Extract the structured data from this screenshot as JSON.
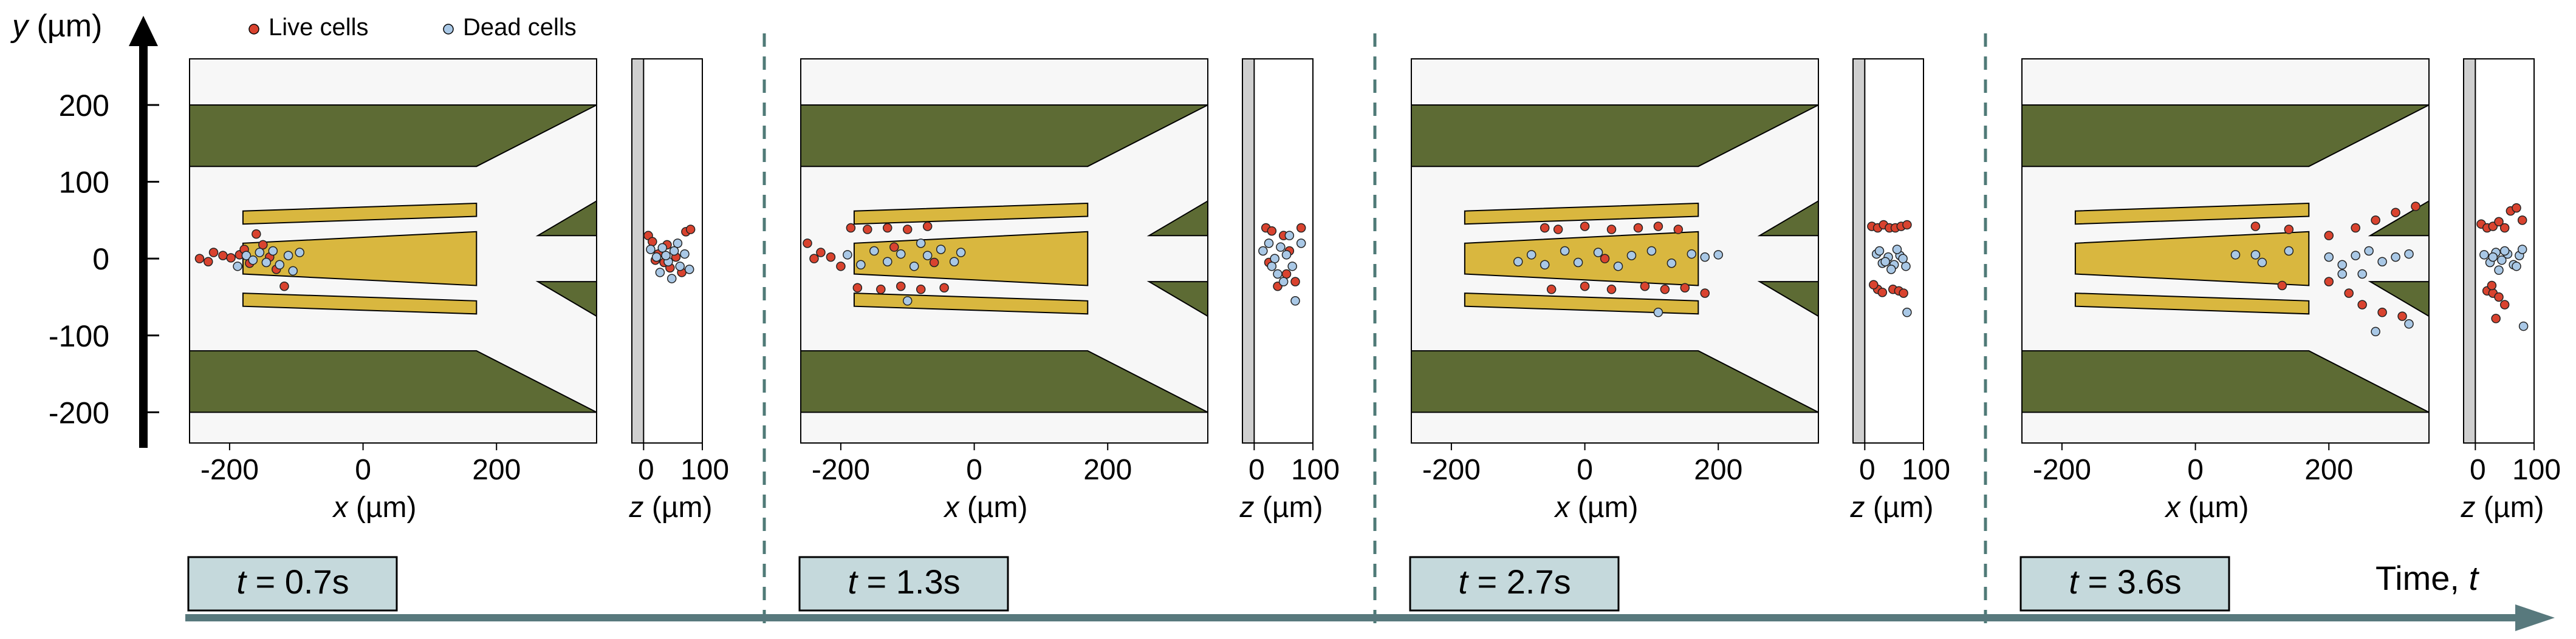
{
  "legend": {
    "live_label": "Live cells",
    "dead_label": "Dead cells"
  },
  "colors": {
    "live": "#d9432f",
    "dead": "#a9c8e6",
    "wall": "#5d6b34",
    "gold": "#d9b73f",
    "channel_bg": "#f7f7f7",
    "wall_strip": "#cfcfcf",
    "time_arrow": "#58797d",
    "label_box_fill": "#c5d9dc",
    "divider": "#4f7a77"
  },
  "axes": {
    "y_label_var": "y",
    "y_label_unit": " (µm)",
    "x_label_var": "x",
    "x_label_unit": " (µm)",
    "z_label_var": "z",
    "z_label_unit": " (µm)",
    "y_ticks": [
      "200",
      "100",
      "0",
      "-100",
      "-200"
    ],
    "x_ticks": [
      "-200",
      "0",
      "200"
    ],
    "z_ticks": [
      "0",
      "100"
    ]
  },
  "time_axis": {
    "label": "Time, ",
    "var": "t"
  },
  "panels": [
    {
      "t_var": "t",
      "t_value": " = 0.7s"
    },
    {
      "t_var": "t",
      "t_value": " = 1.3s"
    },
    {
      "t_var": "t",
      "t_value": " = 2.7s"
    },
    {
      "t_var": "t",
      "t_value": " = 3.6s"
    }
  ],
  "chart_data": {
    "type": "scatter",
    "xy_xlim": [
      -260,
      350
    ],
    "xy_ylim": [
      -240,
      260
    ],
    "z_xlim": [
      -20,
      100
    ],
    "geometry": {
      "wall_top": [
        [
          -260,
          200
        ],
        [
          -260,
          120
        ],
        [
          170,
          120
        ],
        [
          350,
          200
        ]
      ],
      "wall_bottom": [
        [
          -260,
          -200
        ],
        [
          -260,
          -120
        ],
        [
          170,
          -120
        ],
        [
          350,
          -200
        ]
      ],
      "wedge_top": [
        [
          350,
          75
        ],
        [
          350,
          30
        ],
        [
          262,
          30
        ]
      ],
      "wedge_bottom": [
        [
          350,
          -75
        ],
        [
          350,
          -30
        ],
        [
          262,
          -30
        ]
      ],
      "plate_top": [
        [
          -180,
          62
        ],
        [
          -180,
          45
        ],
        [
          170,
          55
        ],
        [
          170,
          72
        ]
      ],
      "plate_center": [
        [
          -180,
          20
        ],
        [
          -180,
          -20
        ],
        [
          170,
          -35
        ],
        [
          170,
          35
        ]
      ],
      "plate_bottom": [
        [
          -180,
          -62
        ],
        [
          -180,
          -45
        ],
        [
          170,
          -55
        ],
        [
          170,
          -72
        ]
      ]
    },
    "panels": [
      {
        "t": 0.7,
        "live_xy": [
          [
            -245,
            0
          ],
          [
            -232,
            -4
          ],
          [
            -224,
            8
          ],
          [
            -210,
            4
          ],
          [
            -198,
            1
          ],
          [
            -185,
            5
          ],
          [
            -178,
            12
          ],
          [
            -170,
            -6
          ],
          [
            -160,
            32
          ],
          [
            -150,
            18
          ],
          [
            -140,
            2
          ],
          [
            -130,
            -14
          ],
          [
            -118,
            -36
          ]
        ],
        "dead_xy": [
          [
            -175,
            4
          ],
          [
            -165,
            -2
          ],
          [
            -155,
            8
          ],
          [
            -145,
            -5
          ],
          [
            -135,
            10
          ],
          [
            -125,
            -8
          ],
          [
            -112,
            4
          ],
          [
            -105,
            -16
          ],
          [
            -95,
            8
          ],
          [
            -188,
            -10
          ]
        ],
        "live_xz": [
          [
            8,
            30
          ],
          [
            15,
            22
          ],
          [
            25,
            6
          ],
          [
            35,
            -5
          ],
          [
            45,
            -12
          ],
          [
            55,
            2
          ],
          [
            65,
            -18
          ],
          [
            72,
            35
          ],
          [
            80,
            38
          ],
          [
            40,
            18
          ],
          [
            20,
            -2
          ]
        ],
        "dead_xz": [
          [
            12,
            12
          ],
          [
            22,
            2
          ],
          [
            32,
            14
          ],
          [
            42,
            -4
          ],
          [
            52,
            10
          ],
          [
            62,
            -10
          ],
          [
            70,
            6
          ],
          [
            78,
            -14
          ],
          [
            48,
            -26
          ],
          [
            28,
            -18
          ],
          [
            58,
            20
          ],
          [
            38,
            4
          ]
        ]
      },
      {
        "t": 1.3,
        "live_xy": [
          [
            -250,
            20
          ],
          [
            -240,
            0
          ],
          [
            -230,
            8
          ],
          [
            -215,
            2
          ],
          [
            -200,
            -10
          ],
          [
            -185,
            40
          ],
          [
            -160,
            38
          ],
          [
            -130,
            40
          ],
          [
            -100,
            38
          ],
          [
            -70,
            42
          ],
          [
            -175,
            -38
          ],
          [
            -140,
            -40
          ],
          [
            -110,
            -36
          ],
          [
            -80,
            -40
          ],
          [
            -45,
            -38
          ],
          [
            -120,
            15
          ],
          [
            -60,
            -5
          ]
        ],
        "dead_xy": [
          [
            -190,
            5
          ],
          [
            -170,
            -8
          ],
          [
            -150,
            10
          ],
          [
            -130,
            -4
          ],
          [
            -110,
            6
          ],
          [
            -90,
            -10
          ],
          [
            -70,
            4
          ],
          [
            -50,
            12
          ],
          [
            -30,
            -4
          ],
          [
            -100,
            -55
          ],
          [
            -20,
            8
          ],
          [
            -80,
            20
          ]
        ],
        "live_xz": [
          [
            20,
            40
          ],
          [
            30,
            36
          ],
          [
            50,
            30
          ],
          [
            60,
            10
          ],
          [
            70,
            -30
          ],
          [
            80,
            40
          ],
          [
            25,
            -5
          ],
          [
            40,
            -36
          ],
          [
            55,
            -20
          ]
        ],
        "dead_xz": [
          [
            15,
            10
          ],
          [
            25,
            20
          ],
          [
            35,
            0
          ],
          [
            45,
            15
          ],
          [
            55,
            5
          ],
          [
            65,
            -10
          ],
          [
            70,
            -55
          ],
          [
            80,
            20
          ],
          [
            40,
            -20
          ],
          [
            60,
            30
          ],
          [
            30,
            -10
          ],
          [
            50,
            -30
          ]
        ]
      },
      {
        "t": 2.7,
        "live_xy": [
          [
            -60,
            40
          ],
          [
            -40,
            38
          ],
          [
            0,
            42
          ],
          [
            40,
            38
          ],
          [
            80,
            40
          ],
          [
            110,
            42
          ],
          [
            140,
            38
          ],
          [
            -50,
            -40
          ],
          [
            0,
            -36
          ],
          [
            40,
            -40
          ],
          [
            90,
            -36
          ],
          [
            120,
            -40
          ],
          [
            150,
            -38
          ],
          [
            180,
            -45
          ],
          [
            30,
            0
          ]
        ],
        "dead_xy": [
          [
            -80,
            5
          ],
          [
            -60,
            -8
          ],
          [
            -30,
            10
          ],
          [
            -10,
            -5
          ],
          [
            20,
            8
          ],
          [
            50,
            -10
          ],
          [
            70,
            4
          ],
          [
            100,
            10
          ],
          [
            130,
            -6
          ],
          [
            160,
            6
          ],
          [
            180,
            2
          ],
          [
            200,
            5
          ],
          [
            -100,
            -4
          ],
          [
            110,
            -70
          ]
        ],
        "live_xz": [
          [
            12,
            42
          ],
          [
            22,
            40
          ],
          [
            32,
            44
          ],
          [
            42,
            40
          ],
          [
            52,
            40
          ],
          [
            62,
            42
          ],
          [
            72,
            44
          ],
          [
            22,
            -40
          ],
          [
            30,
            -44
          ],
          [
            48,
            -40
          ],
          [
            58,
            -42
          ],
          [
            66,
            -45
          ],
          [
            15,
            -34
          ]
        ],
        "dead_xz": [
          [
            20,
            6
          ],
          [
            30,
            -6
          ],
          [
            40,
            2
          ],
          [
            50,
            -8
          ],
          [
            60,
            4
          ],
          [
            70,
            -10
          ],
          [
            25,
            10
          ],
          [
            55,
            12
          ],
          [
            45,
            -14
          ],
          [
            65,
            0
          ],
          [
            35,
            -4
          ],
          [
            72,
            -70
          ]
        ]
      },
      {
        "t": 3.6,
        "live_xy": [
          [
            200,
            30
          ],
          [
            240,
            40
          ],
          [
            270,
            50
          ],
          [
            300,
            60
          ],
          [
            330,
            68
          ],
          [
            200,
            -30
          ],
          [
            230,
            -45
          ],
          [
            250,
            -60
          ],
          [
            280,
            -70
          ],
          [
            310,
            -75
          ],
          [
            90,
            42
          ],
          [
            140,
            38
          ],
          [
            130,
            -35
          ]
        ],
        "dead_xy": [
          [
            200,
            2
          ],
          [
            220,
            -8
          ],
          [
            240,
            4
          ],
          [
            260,
            10
          ],
          [
            280,
            -4
          ],
          [
            300,
            2
          ],
          [
            320,
            6
          ],
          [
            220,
            -20
          ],
          [
            250,
            -20
          ],
          [
            270,
            -95
          ],
          [
            320,
            -85
          ],
          [
            60,
            5
          ],
          [
            100,
            -5
          ],
          [
            140,
            10
          ],
          [
            90,
            5
          ]
        ],
        "live_xz": [
          [
            10,
            45
          ],
          [
            20,
            40
          ],
          [
            30,
            42
          ],
          [
            40,
            48
          ],
          [
            50,
            40
          ],
          [
            60,
            62
          ],
          [
            70,
            66
          ],
          [
            80,
            50
          ],
          [
            20,
            -42
          ],
          [
            30,
            -45
          ],
          [
            40,
            -50
          ],
          [
            50,
            -60
          ],
          [
            35,
            -78
          ],
          [
            28,
            -35
          ]
        ],
        "dead_xz": [
          [
            15,
            5
          ],
          [
            25,
            -5
          ],
          [
            35,
            8
          ],
          [
            45,
            -2
          ],
          [
            55,
            6
          ],
          [
            65,
            -8
          ],
          [
            75,
            4
          ],
          [
            80,
            12
          ],
          [
            40,
            -15
          ],
          [
            50,
            10
          ],
          [
            30,
            2
          ],
          [
            70,
            -10
          ],
          [
            82,
            -88
          ]
        ]
      }
    ]
  }
}
